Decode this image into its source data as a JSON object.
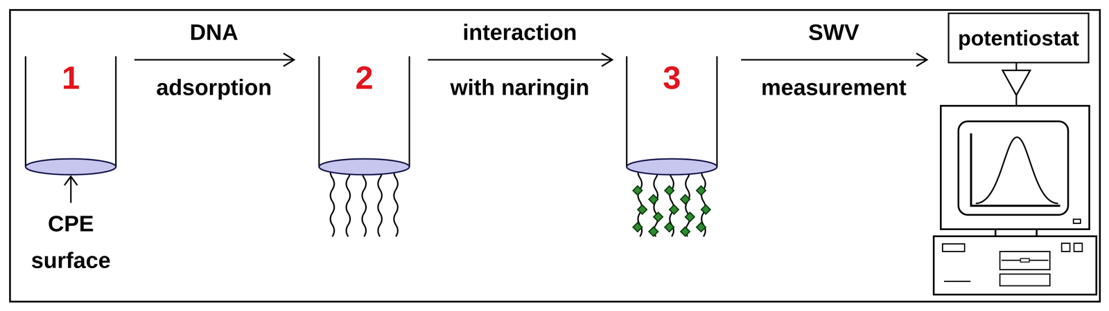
{
  "diagram": {
    "nodes": [
      {
        "text": [
          "1"
        ]
      },
      {
        "text": [
          "2"
        ]
      },
      {
        "text": [
          "3"
        ]
      },
      {
        "text": [
          "potentiostat"
        ]
      }
    ],
    "edges": [
      {
        "from": 0,
        "to": 1,
        "arrow": "to",
        "label": "DNA adsorption"
      },
      {
        "from": 1,
        "to": 2,
        "arrow": "to",
        "label": "interaction with naringin"
      }
    ],
    "labels": [
      "CPE surface",
      "SWV measurement"
    ]
  }
}
